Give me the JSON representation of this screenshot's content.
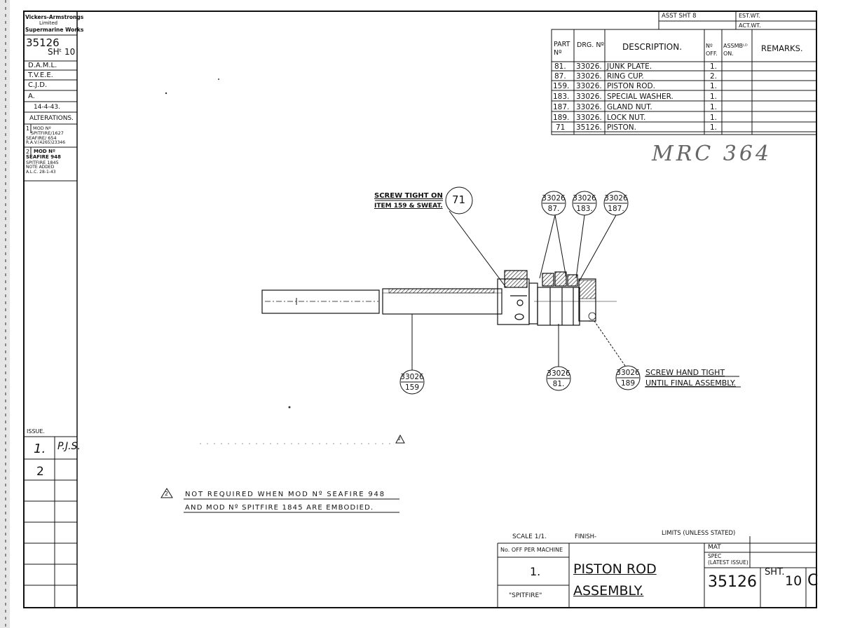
{
  "title_block_left": {
    "company": [
      "Vickers-Armstrongs",
      "Limited",
      "Supermarine Works"
    ],
    "drawing_no": "35126",
    "sheet": "SHᵗ 10",
    "names": [
      "D.A.M.L.",
      "T.V.E.E.",
      "C.J.D.",
      "A.",
      "14-4-43."
    ],
    "alterations_label": "ALTERATIONS.",
    "alteration_1": [
      "MOD Nº",
      "SPITFIRE/1627",
      "SEAFIRE/ 654",
      "R.A.V.(4265)23346"
    ],
    "alteration_2": [
      "MOD Nº",
      "SEAFIRE 948",
      "SPITFIRE 1845",
      "NOTE ADDED",
      "A.L.C. 28-1-43"
    ],
    "alteration_nums": [
      "1",
      "2"
    ],
    "issue_label": "ISSUE.",
    "issues": [
      "1.",
      "2"
    ],
    "issue_initials": "P.J.S."
  },
  "header": {
    "asst_sht": "ASST SHT 8",
    "est_wt": "EST.WT.",
    "act_wt": "ACT.WT."
  },
  "parts_table": {
    "headers": [
      "PART Nº",
      "DRG. Nº",
      "DESCRIPTION.",
      "Nº OFF.",
      "ASSMBᴸᴰ ON.",
      "REMARKS."
    ],
    "rows": [
      [
        "81.",
        "33026.",
        "JUNK PLATE.",
        "1."
      ],
      [
        "87.",
        "33026.",
        "RING CUP.",
        "2."
      ],
      [
        "159.",
        "33026.",
        "PISTON ROD.",
        "1."
      ],
      [
        "183.",
        "33026.",
        "SPECIAL WASHER.",
        "1."
      ],
      [
        "187.",
        "33026.",
        "GLAND NUT.",
        "1."
      ],
      [
        "189.",
        "33026.",
        "LOCK NUT.",
        "1."
      ],
      [
        "71",
        "35126.",
        "PISTON.",
        "1."
      ]
    ]
  },
  "handwritten_ref": "MRC 364",
  "callouts": {
    "screw_tight": [
      "SCREW TIGHT ON",
      "ITEM 159 & SWEAT."
    ],
    "screw_hand": [
      "SCREW HAND TIGHT",
      "UNTIL FINAL ASSEMBLY."
    ],
    "bubble_71": "71",
    "bubble_87": [
      "33026",
      "87."
    ],
    "bubble_183": [
      "33026",
      "183."
    ],
    "bubble_187": [
      "33026",
      "187."
    ],
    "bubble_159": [
      "33026",
      "159"
    ],
    "bubble_81": [
      "33026",
      "81."
    ],
    "bubble_189": [
      "33026",
      "189"
    ]
  },
  "note": {
    "marker": "2",
    "line1": "NOT REQUIRED WHEN MOD Nº SEAFIRE 948",
    "line2": "AND MOD Nº SPITFIRE 1845 ARE EMBODIED."
  },
  "title_block_bottom": {
    "scale": "SCALE 1/1.",
    "finish": "FINISH-",
    "limits": "LIMITS (UNLESS STATED)",
    "no_off_label": "No. OFF PER MACHINE",
    "no_off_value": "1.",
    "aircraft": "\"SPITFIRE\"",
    "title_line1": "PISTON ROD",
    "title_line2": "ASSEMBLY.",
    "mat": "MAT",
    "spec": [
      "SPEC",
      "(LATEST ISSUE)"
    ],
    "drawing_no": "35126",
    "sht": "SHT.",
    "sht_no": "10",
    "issue_letter": "C"
  }
}
